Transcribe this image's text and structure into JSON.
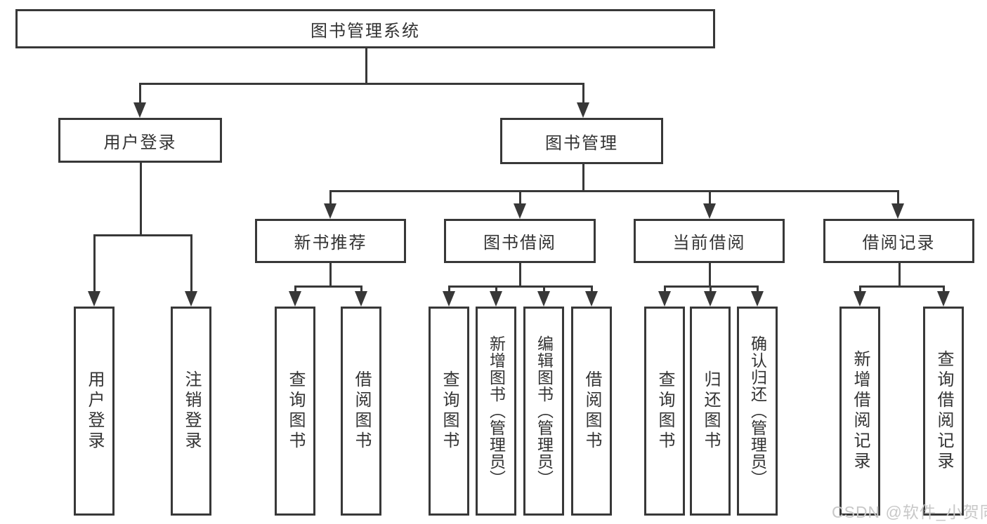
{
  "colors": {
    "line": "#383838",
    "text": "#333333",
    "background": "#ffffff",
    "watermark": "#c8c8c8"
  },
  "diagram": {
    "root": {
      "label": "图书管理系统"
    },
    "user_login": {
      "label": "用户登录",
      "children": [
        {
          "label": "用户登录"
        },
        {
          "label": "注销登录"
        }
      ]
    },
    "book_mgmt": {
      "label": "图书管理"
    },
    "sections": [
      {
        "label": "新书推荐",
        "children": [
          {
            "label": "查询图书"
          },
          {
            "label": "借阅图书"
          }
        ]
      },
      {
        "label": "图书借阅",
        "children": [
          {
            "label": "查询图书"
          },
          {
            "label": "新增图书（管理员）"
          },
          {
            "label": "编辑图书（管理员）"
          },
          {
            "label": "借阅图书"
          }
        ]
      },
      {
        "label": "当前借阅",
        "children": [
          {
            "label": "查询图书"
          },
          {
            "label": "归还图书"
          },
          {
            "label": "确认归还（管理员）"
          }
        ]
      },
      {
        "label": "借阅记录",
        "children": [
          {
            "label": "新增借阅记录"
          },
          {
            "label": "查询借阅记录"
          }
        ]
      }
    ]
  },
  "watermark": {
    "text": "CSDN @软件_小贺同学"
  }
}
